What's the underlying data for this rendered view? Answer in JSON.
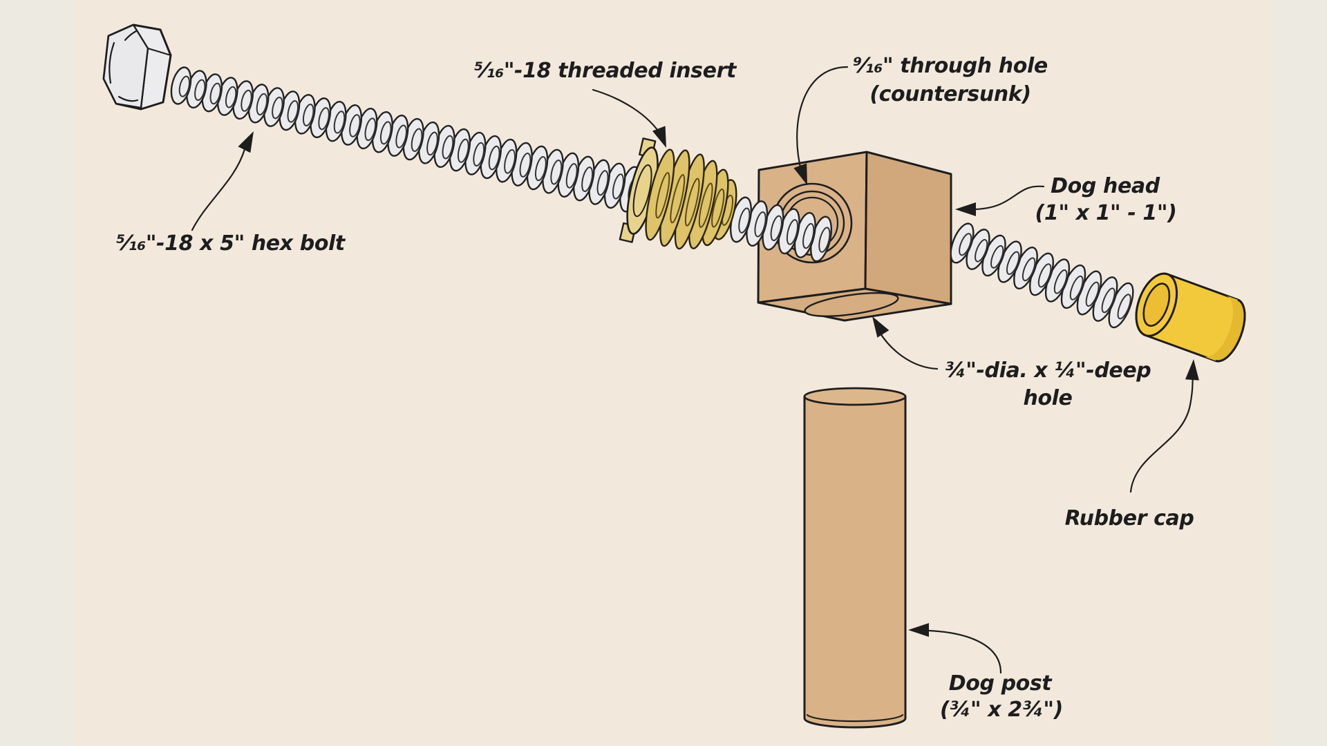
{
  "diagram": {
    "title_context": "Bench dog exploded assembly diagram",
    "background": {
      "outer": "#ECEAE1",
      "inner": "#F2E9DC"
    },
    "line_color": "#1d1d1d",
    "parts": {
      "hex_bolt": {
        "label": "⁵⁄₁₆\"-18 x 5\" hex bolt",
        "color": "#EBEBED"
      },
      "threaded_insert": {
        "label": "⁵⁄₁₆\"-18 threaded insert",
        "color": "#DEC369"
      },
      "through_hole": {
        "label_line1": "⁹⁄₁₆\" through hole",
        "label_line2": "(countersunk)"
      },
      "dog_head": {
        "label_line1": "Dog head",
        "label_line2": "(1\" x 1\" - 1\")",
        "color": "#D9B287"
      },
      "bottom_hole": {
        "label_line1": "¾\"-dia. x ¼\"-deep",
        "label_line2": "hole"
      },
      "rubber_cap": {
        "label": "Rubber cap",
        "color": "#F3C93C"
      },
      "dog_post": {
        "label_line1": "Dog post",
        "label_line2": "(¾\" x 2¾\")",
        "color": "#D9B287"
      }
    }
  }
}
